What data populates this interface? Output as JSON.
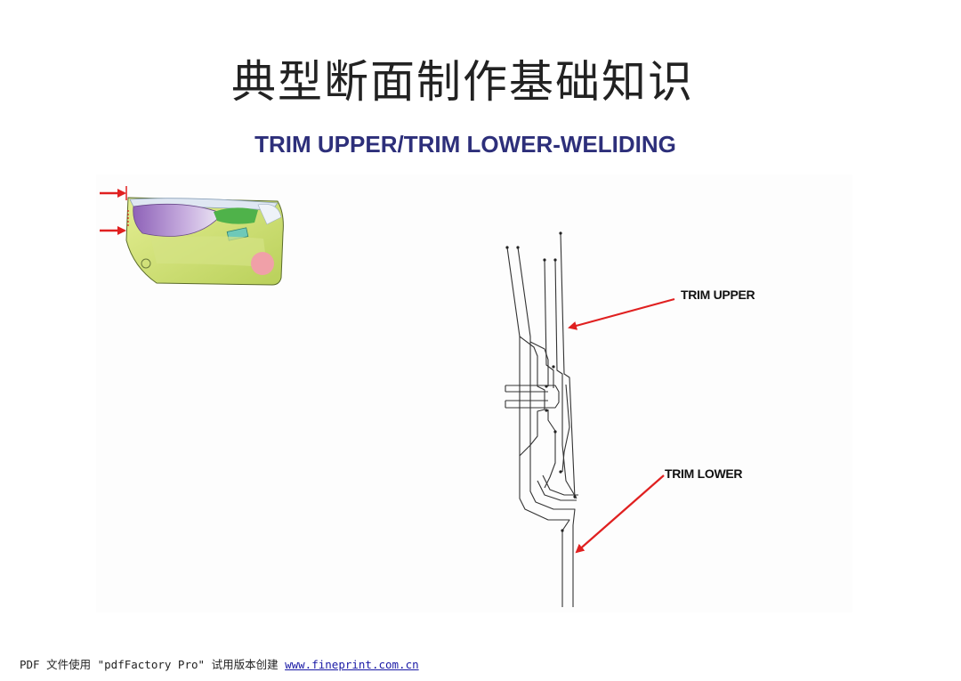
{
  "page": {
    "title": "典型断面制作基础知识",
    "subtitle": "TRIM UPPER/TRIM LOWER-WELIDING"
  },
  "diagram": {
    "callouts": {
      "upper": "TRIM UPPER",
      "lower": "TRIM LOWER"
    },
    "colors": {
      "arrow": "#e02020",
      "outline": "#333333",
      "panel_green": "#cfe27a",
      "panel_purple": "#b08bd0",
      "accent_pink": "#f0a0a8"
    }
  },
  "footer": {
    "text": "PDF 文件使用 \"pdfFactory Pro\" 试用版本创建",
    "link": "www.fineprint.com.cn"
  }
}
